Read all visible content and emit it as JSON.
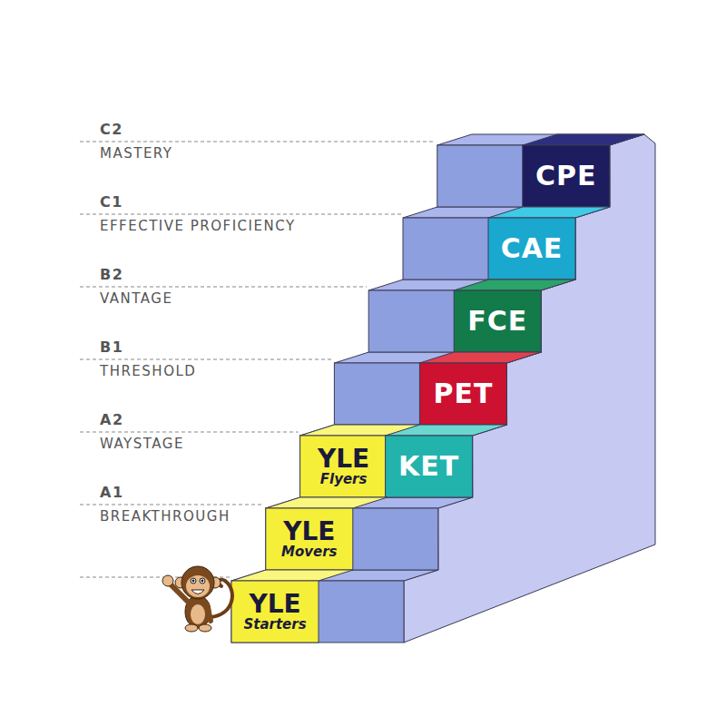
{
  "diagram": {
    "nodes": [
      {
        "text": [
          "CPE"
        ]
      },
      {
        "text": [
          "CAE"
        ]
      },
      {
        "text": [
          "FCE"
        ]
      },
      {
        "text": [
          "PET"
        ]
      },
      {
        "text": [
          "YLE",
          "Flyers"
        ]
      },
      {
        "text": [
          "KET"
        ]
      },
      {
        "text": [
          "YLE",
          "Movers"
        ]
      },
      {
        "text": [
          "YLE",
          "Starters"
        ]
      }
    ],
    "labels": [
      "C2",
      "MASTERY",
      "C1",
      "EFFECTIVE PROFICIENCY",
      "B2",
      "VANTAGE",
      "B1",
      "THRESHOLD",
      "A2",
      "WAYSTAGE",
      "A1",
      "BREAKTHROUGH"
    ]
  }
}
